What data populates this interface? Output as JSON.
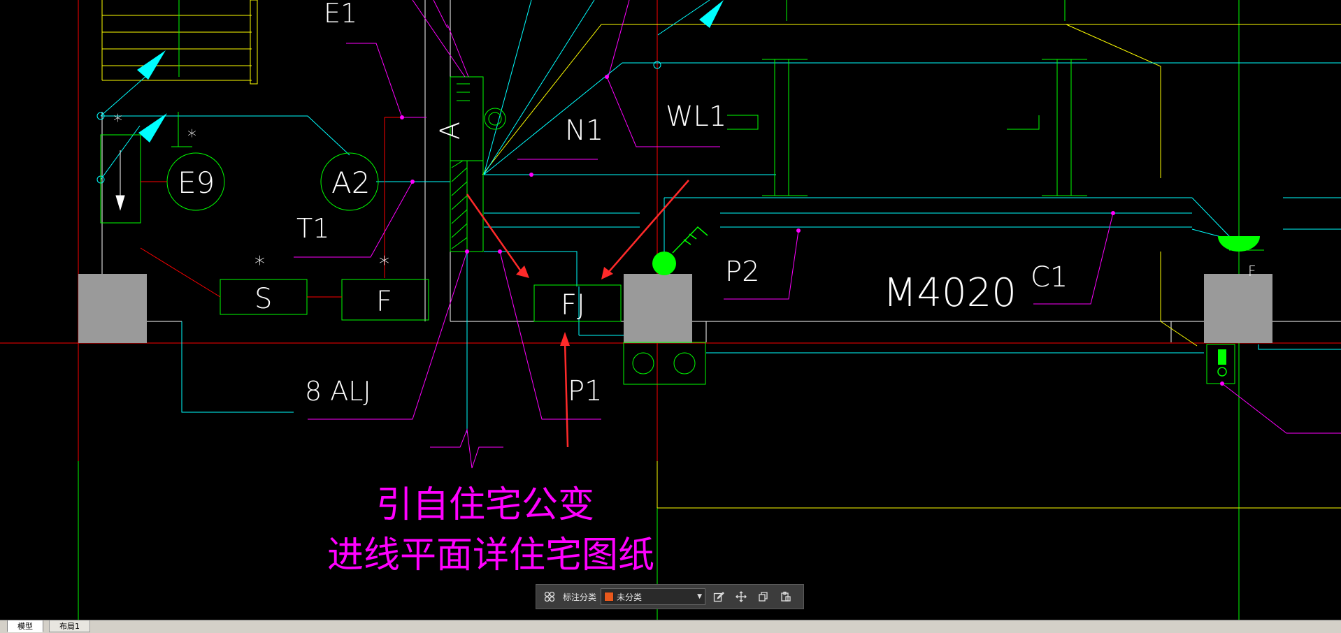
{
  "drawing": {
    "labels": {
      "e1": "E1",
      "e9": "E9",
      "a2": "A2",
      "t1": "T1",
      "s": "S",
      "f": "F",
      "fj": "FJ",
      "n1": "N1",
      "wl1": "WL1",
      "p2": "P2",
      "m4020": "M4020",
      "c1": "C1",
      "p1": "P1",
      "alj": "8 ALJ",
      "a": "A",
      "f_small": "F",
      "star": "*"
    },
    "note_line1": "引自住宅公变",
    "note_line2": "进线平面详住宅图纸"
  },
  "toolbar": {
    "label": "标注分类",
    "selected": "未分类",
    "swatch_color": "#e8581c"
  },
  "tabs": [
    {
      "label": "模型",
      "active": true
    },
    {
      "label": "布局1",
      "active": false
    }
  ],
  "colors": {
    "background": "#000000",
    "cyan": "#00ffff",
    "green": "#00ff00",
    "magenta": "#ff00ff",
    "red": "#ff0000",
    "yellow": "#ffff00",
    "white": "#ffffff",
    "gray_fill": "#9a9a9a"
  }
}
